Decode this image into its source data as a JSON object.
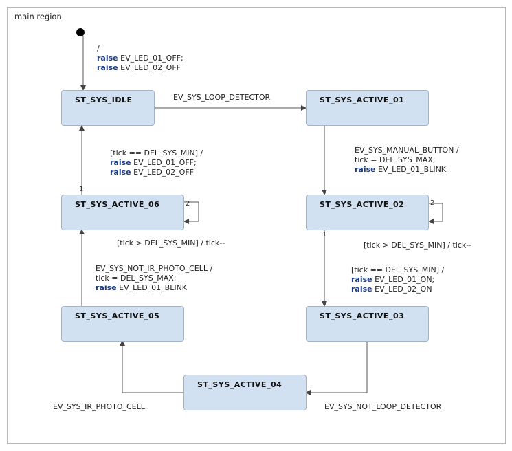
{
  "region": {
    "title": "main region"
  },
  "states": {
    "idle": "ST_SYS_IDLE",
    "a01": "ST_SYS_ACTIVE_01",
    "a02": "ST_SYS_ACTIVE_02",
    "a03": "ST_SYS_ACTIVE_03",
    "a04": "ST_SYS_ACTIVE_04",
    "a05": "ST_SYS_ACTIVE_05",
    "a06": "ST_SYS_ACTIVE_06"
  },
  "transitions": {
    "init": {
      "l1": "/",
      "l2kw": "raise",
      "l2": " EV_LED_01_OFF;",
      "l3kw": "raise",
      "l3": " EV_LED_02_OFF"
    },
    "idle_a01": "EV_SYS_LOOP_DETECTOR",
    "a01_a02": {
      "l1": "EV_SYS_MANUAL_BUTTON /",
      "l2": "tick = DEL_SYS_MAX;",
      "l3kw": "raise",
      "l3": " EV_LED_01_BLINK"
    },
    "a02_self": "[tick > DEL_SYS_MIN] / tick--",
    "a02_a03": {
      "l1": "[tick == DEL_SYS_MIN] /",
      "l2kw": "raise",
      "l2": " EV_LED_01_ON;",
      "l3kw": "raise",
      "l3": " EV_LED_02_ON"
    },
    "a03_a04": "EV_SYS_NOT_LOOP_DETECTOR",
    "a04_a05": "EV_SYS_IR_PHOTO_CELL",
    "a05_a06": {
      "l1": "EV_SYS_NOT_IR_PHOTO_CELL /",
      "l2": "tick = DEL_SYS_MAX;",
      "l3kw": "raise",
      "l3": " EV_LED_01_BLINK"
    },
    "a06_self": "[tick > DEL_SYS_MIN] / tick--",
    "a06_idle": {
      "l1": "[tick == DEL_SYS_MIN] /",
      "l2kw": "raise",
      "l2": " EV_LED_01_OFF;",
      "l3kw": "raise",
      "l3": " EV_LED_02_OFF"
    }
  },
  "priorities": {
    "a06_out": "1",
    "a06_self": "2",
    "a02_out": "1",
    "a02_self": "2"
  }
}
